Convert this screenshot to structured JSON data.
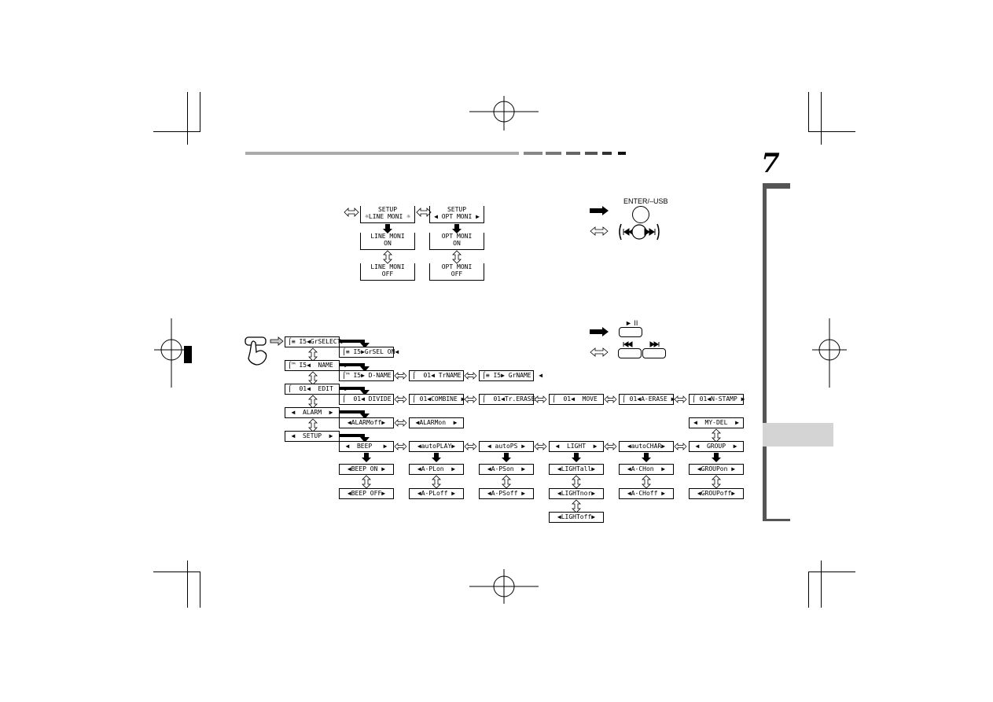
{
  "page_number": "7",
  "setup_section": {
    "top_row": [
      {
        "line1": "SETUP",
        "line2": "☼LINE MONI ☼"
      },
      {
        "line1": "SETUP",
        "line2": "◀ OPT MONI ▶"
      }
    ],
    "line_moni": [
      {
        "line1": "LINE MONI",
        "line2": "ON"
      },
      {
        "line1": "LINE MONI",
        "line2": "OFF"
      }
    ],
    "opt_moni": [
      {
        "line1": "OPT MONI",
        "line2": "ON"
      },
      {
        "line1": "OPT MONI",
        "line2": "OFF"
      }
    ]
  },
  "legend_top": {
    "enter_label": "ENTER/–USB"
  },
  "legend_bottom": {
    "play_label": "► II"
  },
  "menu": {
    "main_items": [
      "⌠≡ I5◀GrSELECT▶",
      "⌠™ I5◀  NAME   ▶",
      "⌠  01◀  EDIT   ▶",
      "◀  ALARM  ▶",
      "◀  SETUP  ▶"
    ],
    "grsel": "⌠≡ I5▶GrSEL ON◀",
    "name_row": [
      "⌠™ I5▶ D-NAME ◀",
      "⌠  01◀ TrNAME  ▶",
      "⌠≡ I5▶ GrNAME  ◀"
    ],
    "edit_row": [
      "⌠  01◀ DIVIDE  ▶",
      "⌠ 01◀COMBINE ▶",
      "⌠  01◀Tr.ERASE▶",
      "⌠  01◀  MOVE   ▶",
      "⌠ 01◀A-ERASE ▶",
      "⌠ 01◀N-STAMP ▶"
    ],
    "alarm_row": [
      "◀ALARMoff▶",
      "◀ALARMon  ▶"
    ],
    "my_del": "◀  MY-DEL  ▶",
    "setup_row": [
      "◀  BEEP   ▶",
      "◀autoPLAY▶",
      "◀ autoPS ▶",
      "◀  LIGHT  ▶",
      "◀autoCHAR▶",
      "◀  GROUP  ▶"
    ],
    "on_row": [
      "◀BEEP ON ▶",
      "◀A-PLon  ▶",
      "◀A-PSon  ▶",
      "◀LIGHTall▶",
      "◀A-CHon  ▶",
      "◀GROUPon ▶"
    ],
    "off_row": [
      "◀BEEP OFF▶",
      "◀A-PLoff ▶",
      "◀A-PSoff ▶",
      "◀LIGHTnor▶",
      "◀A-CHoff ▶",
      "◀GROUPoff▶"
    ],
    "light_off": "◀LIGHToff▶"
  }
}
